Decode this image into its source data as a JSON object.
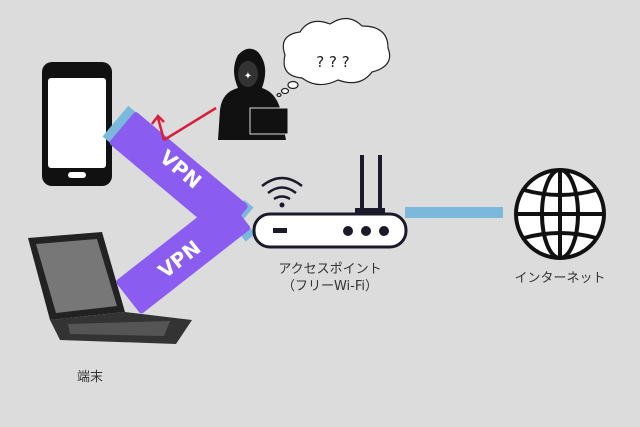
{
  "labels": {
    "access_point": "アクセスポイント",
    "free_wifi": "（フリーWi-Fi）",
    "internet": "インターネット",
    "device": "端末",
    "vpn_top": "VPN",
    "vpn_bottom": "VPN",
    "thought": "? ? ?"
  },
  "colors": {
    "background": "#dcdcdc",
    "vpn": "#8a5cf0",
    "link": "#7ab8dc",
    "attack": "#d81e3a",
    "dark": "#1a1a2a"
  }
}
